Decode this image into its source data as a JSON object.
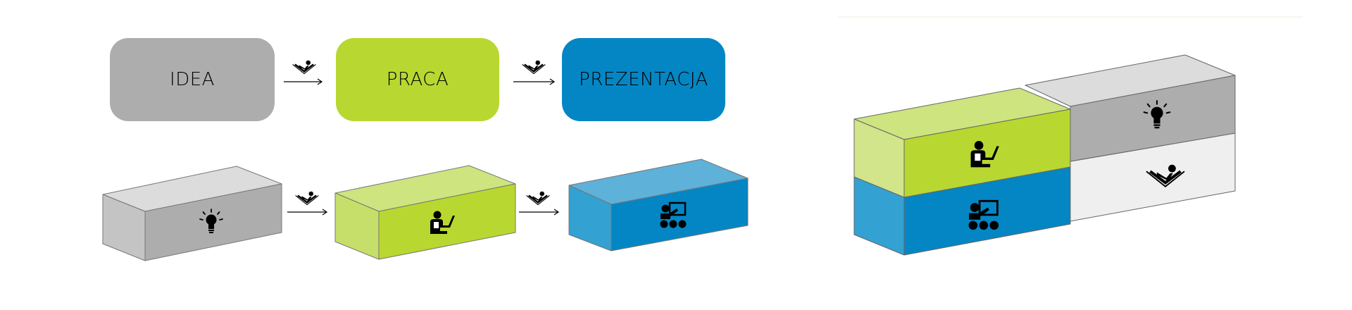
{
  "stages": [
    {
      "id": "idea",
      "label": "IDEA",
      "color": "#adadad",
      "text_color": "#1a1a1a"
    },
    {
      "id": "praca",
      "label": "PRACA",
      "color": "#b9d731",
      "text_color": "#1a1a1a"
    },
    {
      "id": "prezentacja",
      "label": "PREZENTACJA",
      "color": "#0486c4",
      "text_color": "#1a1a1a"
    }
  ],
  "blocks": {
    "gray": {
      "top": "#dcdcdc",
      "left": "#c4c4c4",
      "front": "#adadad",
      "icon": "lightbulb-icon"
    },
    "green": {
      "top": "#cde47f",
      "left": "#c6df6b",
      "front": "#b9d731",
      "icon": "person-at-laptop-icon"
    },
    "blue": {
      "top": "#5eb1d9",
      "left": "#33a1d2",
      "front": "#0486c4",
      "icon": "presenter-audience-icon"
    },
    "light": {
      "top": "#f4f4f4",
      "left": "#ececec",
      "front": "#efefef",
      "icon": "reclining-person-icon"
    }
  },
  "connector_icon": "reclining-person-arrow-icon"
}
